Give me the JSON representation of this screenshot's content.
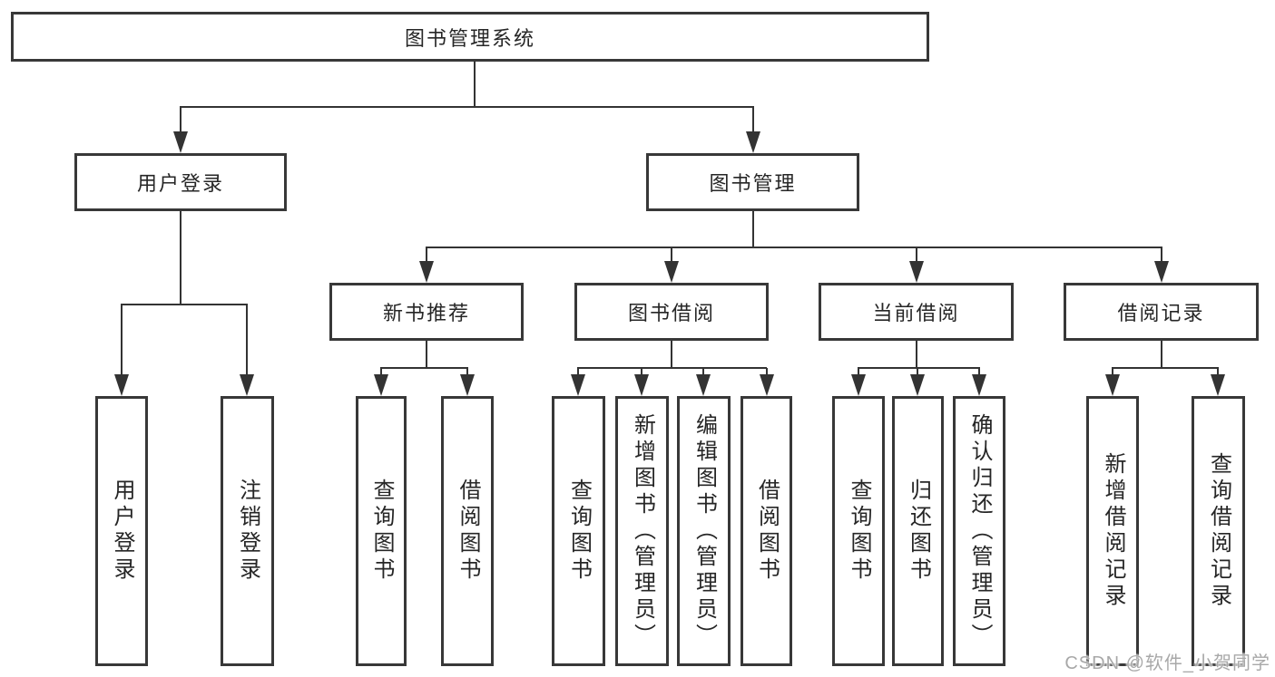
{
  "tree": {
    "label": "图书管理系统",
    "children": [
      {
        "label": "用户登录",
        "children": [
          {
            "label": "用户登录"
          },
          {
            "label": "注销登录"
          }
        ]
      },
      {
        "label": "图书管理",
        "children": [
          {
            "label": "新书推荐",
            "children": [
              {
                "label": "查询图书"
              },
              {
                "label": "借阅图书"
              }
            ]
          },
          {
            "label": "图书借阅",
            "children": [
              {
                "label": "查询图书"
              },
              {
                "label": "新增图书（管理员）"
              },
              {
                "label": "编辑图书（管理员）"
              },
              {
                "label": "借阅图书"
              }
            ]
          },
          {
            "label": "当前借阅",
            "children": [
              {
                "label": "查询图书"
              },
              {
                "label": "归还图书"
              },
              {
                "label": "确认归还（管理员）"
              }
            ]
          },
          {
            "label": "借阅记录",
            "children": [
              {
                "label": "新增借阅记录"
              },
              {
                "label": "查询借阅记录"
              }
            ]
          }
        ]
      }
    ]
  },
  "watermark": {
    "text": "CSDN @软件_小贺同学",
    "color": "#a8a8a8"
  },
  "colors": {
    "background": "#ffffff",
    "line": "#333333",
    "box_border": "#383838",
    "text": "#262626"
  }
}
